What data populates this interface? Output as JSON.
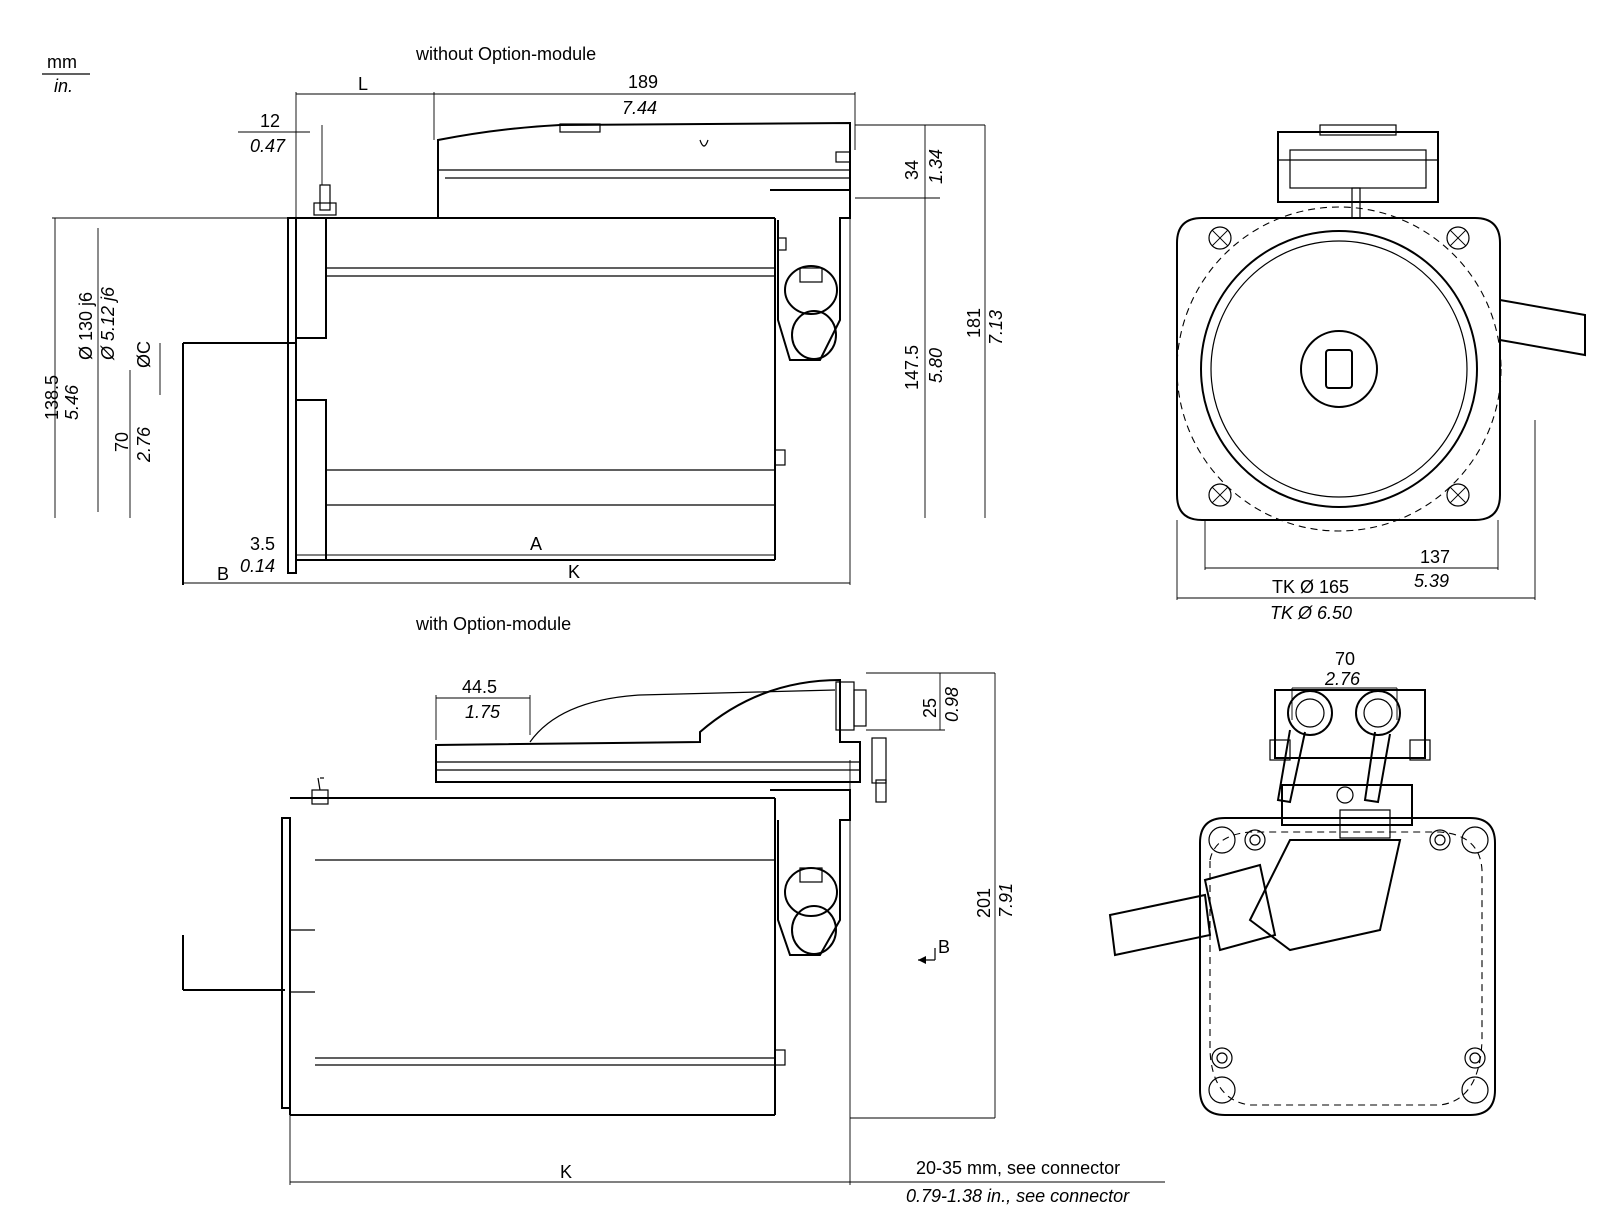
{
  "units": {
    "top": "mm",
    "bottom": "in."
  },
  "views": {
    "without_option": "without Option-module",
    "with_option": "with Option-module"
  },
  "dims": {
    "L": "L",
    "len189_mm": "189",
    "len189_in": "7.44",
    "d12_mm": "12",
    "d12_in": "0.47",
    "h34_mm": "34",
    "h34_in": "1.34",
    "dia130_mm": "Ø 130 j6",
    "dia130_in": "Ø 5.12 j6",
    "dia_C": "ØC",
    "h138_mm": "138.5",
    "h138_in": "5.46",
    "h70_mm": "70",
    "h70_in": "2.76",
    "h147_mm": "147.5",
    "h147_in": "5.80",
    "h181_mm": "181",
    "h181_in": "7.13",
    "d3_5_mm": "3.5",
    "d3_5_in": "0.14",
    "A": "A",
    "K": "K",
    "B": "B",
    "w137_mm": "137",
    "w137_in": "5.39",
    "tk_mm": "TK Ø 165",
    "tk_in": "TK Ø 6.50",
    "w70_mm": "70",
    "w70_in": "2.76",
    "l44_mm": "44.5",
    "l44_in": "1.75",
    "h25_mm": "25",
    "h25_in": "0.98",
    "h201_mm": "201",
    "h201_in": "7.91",
    "view_B": "B",
    "K2": "K",
    "conn_mm": "20-35 mm, see connector",
    "conn_in": "0.79-1.38 in., see connector"
  }
}
